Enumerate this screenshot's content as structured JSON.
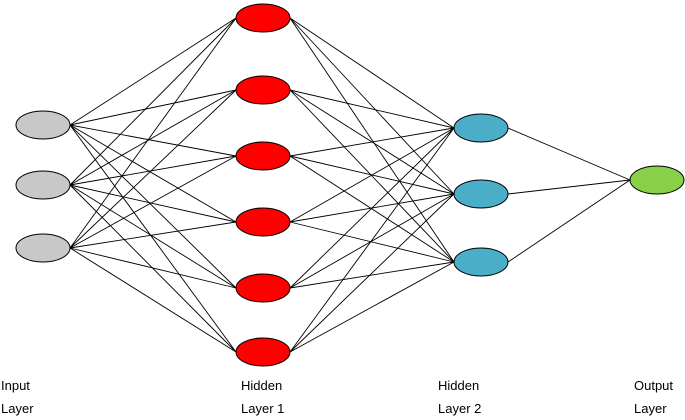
{
  "diagram": {
    "layers": [
      {
        "id": "input",
        "label_line1": "Input",
        "label_line2": "Layer",
        "node_count": 3,
        "node_color": "#c8c8c8"
      },
      {
        "id": "hidden1",
        "label_line1": "Hidden",
        "label_line2": "Layer 1",
        "node_count": 6,
        "node_color": "#ff0000"
      },
      {
        "id": "hidden2",
        "label_line1": "Hidden",
        "label_line2": "Layer 2",
        "node_count": 3,
        "node_color": "#4aaec8"
      },
      {
        "id": "output",
        "label_line1": "Output",
        "label_line2": "Layer",
        "node_count": 1,
        "node_color": "#88d048"
      }
    ],
    "connections": "fully-connected",
    "edge_color": "#000000",
    "node_stroke": "#000000"
  }
}
